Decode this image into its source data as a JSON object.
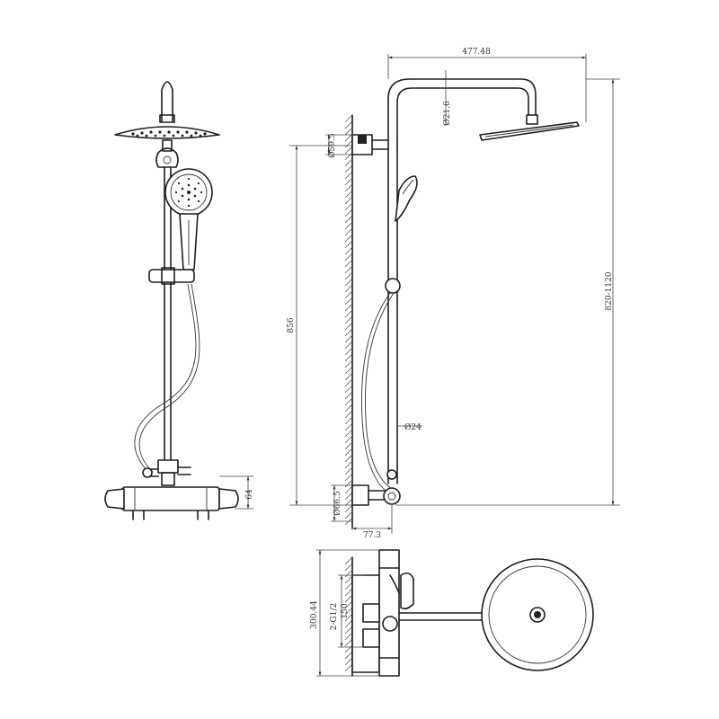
{
  "dimensions": {
    "arm_length": "477.48",
    "arm_diameter": "Ø21.6",
    "top_bracket_diameter": "Ø59.5",
    "total_height_range": "820-1120",
    "valve_height": "856",
    "rail_diameter": "Ø24",
    "bottom_bracket_diameter": "Ø66.5",
    "wall_offset": "77.3",
    "valve_depth": "64",
    "mixer_body_length": "300.44",
    "inlet_spacing": "150",
    "inlet_thread": "2-G1/2"
  }
}
